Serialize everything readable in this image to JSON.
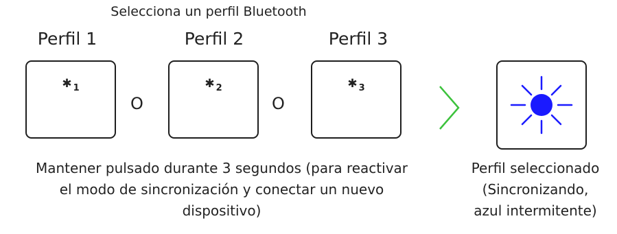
{
  "title": "Selecciona un perfil Bluetooth",
  "profiles": [
    {
      "label": "Perfil 1",
      "key_icon": "bluetooth-icon",
      "key_number": "1"
    },
    {
      "label": "Perfil 2",
      "key_icon": "bluetooth-icon",
      "key_number": "2"
    },
    {
      "label": "Perfil 3",
      "key_icon": "bluetooth-icon",
      "key_number": "3"
    }
  ],
  "or_text": "O",
  "bluetooth_symbol": "✱",
  "arrow_icon": "chevron-right-icon",
  "arrow_color": "#3cc23c",
  "selected_indicator": {
    "icon": "blinking-light-icon",
    "color": "#1a1aff"
  },
  "instruction_lines": [
    "Mantener pulsado durante 3 segundos (para reactivar",
    "el modo de sincronización y conectar un nuevo",
    "dispositivo)"
  ],
  "selected_caption_lines": [
    "Perfil seleccionado",
    "(Sincronizando,",
    "azul intermitente)"
  ]
}
